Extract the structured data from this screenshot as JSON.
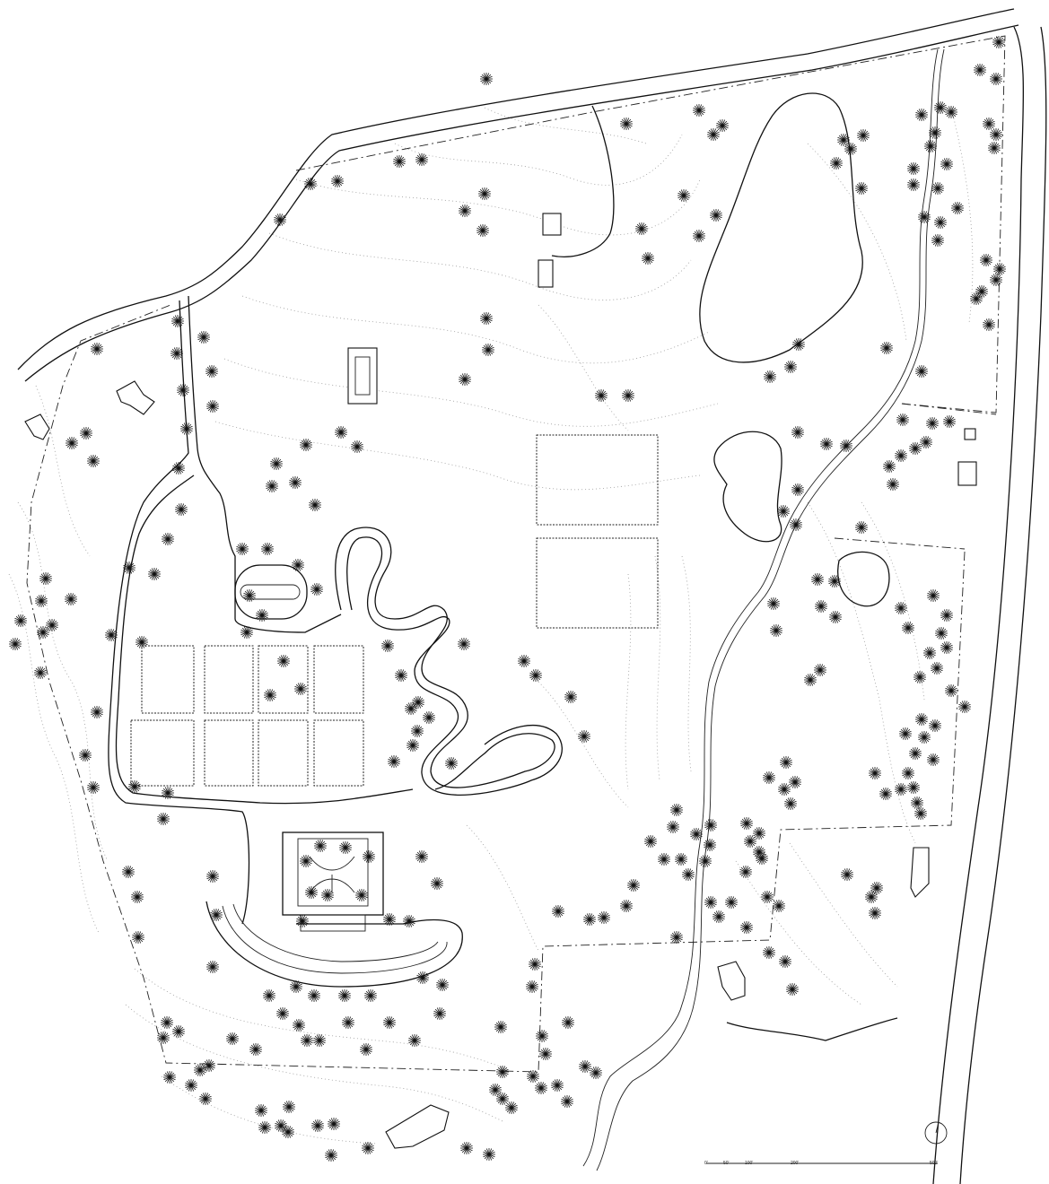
{
  "scale_bar": {
    "ticks": [
      "0'",
      "50'",
      "100'",
      "200'",
      "500'"
    ]
  },
  "north_arrow": {
    "icon": "north-arrow-icon"
  },
  "tree_count_shown": "many",
  "colors": {
    "linework": "#111111",
    "contours": "#9a9a9a",
    "background": "#ffffff"
  }
}
